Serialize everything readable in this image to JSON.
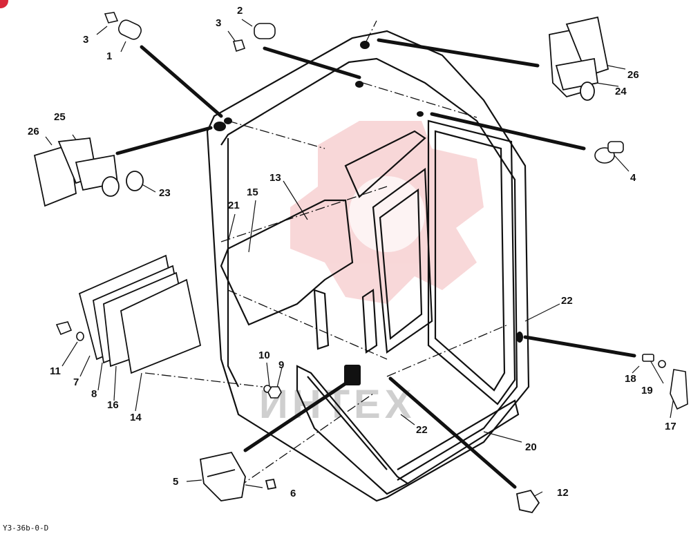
{
  "diagram_code": "Y3-36b-0-D",
  "watermark": "ИНТЕХ",
  "colors": {
    "ink": "#111111",
    "watermark_red": "#f3b8ba",
    "badge": "#d8283a"
  },
  "callouts": [
    "1",
    "2",
    "3",
    "3",
    "4",
    "5",
    "6",
    "7",
    "8",
    "9",
    "10",
    "11",
    "12",
    "13",
    "14",
    "15",
    "16",
    "17",
    "18",
    "19",
    "20",
    "21",
    "22",
    "22",
    "23",
    "24",
    "25",
    "26",
    "26"
  ]
}
